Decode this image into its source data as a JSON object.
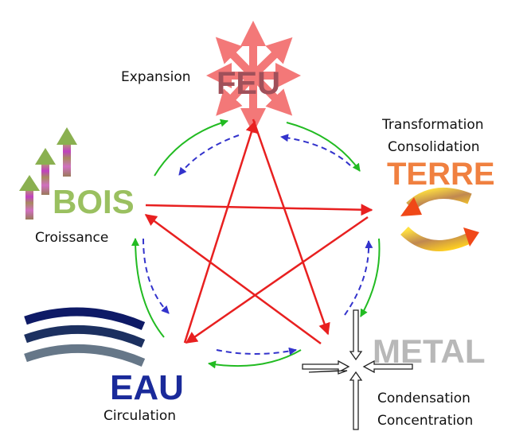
{
  "elements": {
    "fire": {
      "label": "FEU",
      "caption": "Expansion",
      "color": "#a0505a"
    },
    "earth": {
      "label": "TERRE",
      "caption_line1": "Transformation",
      "caption_line2": "Consolidation",
      "color": "#f08040"
    },
    "metal": {
      "label": "METAL",
      "caption_line1": "Condensation",
      "caption_line2": "Concentration",
      "color": "#b8b8b8"
    },
    "water": {
      "label": "EAU",
      "caption": "Circulation",
      "color": "#1a2a9a"
    },
    "wood": {
      "label": "BOIS",
      "caption": "Croissance",
      "color": "#9ac060"
    }
  },
  "colors": {
    "control_arrows": "#e82020",
    "generation_cycle": "#22bb22",
    "reverse_cycle": "#3333cc"
  }
}
